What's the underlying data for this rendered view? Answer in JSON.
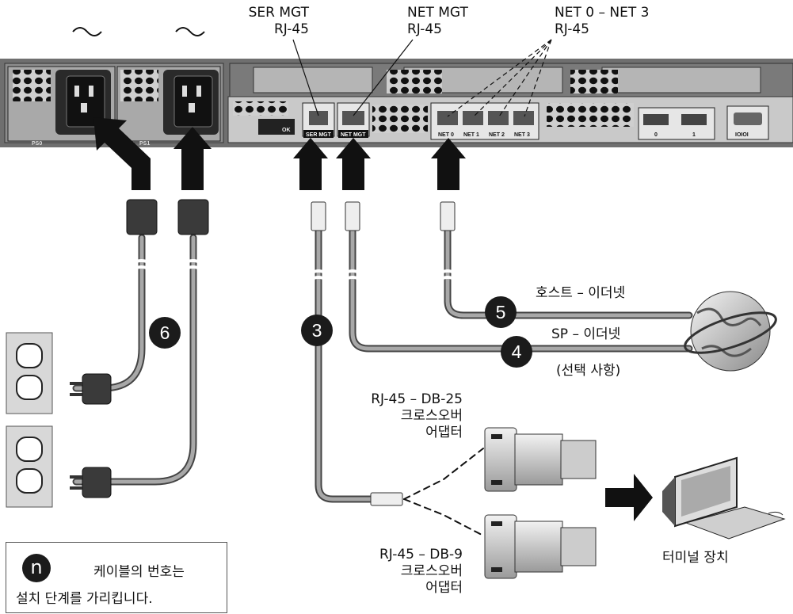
{
  "labels": {
    "ser_mgt": [
      "SER MGT",
      "RJ-45"
    ],
    "net_mgt": [
      "NET MGT",
      "RJ-45"
    ],
    "net_ports": [
      "NET 0 – NET 3",
      "RJ-45"
    ],
    "host_ethernet": "호스트 – 이더넷",
    "sp_ethernet": "SP – 이더넷",
    "optional": "(선택 사항)",
    "db25_adapter": [
      "RJ-45 – DB-25",
      "크로스오버",
      "어댑터"
    ],
    "db9_adapter": [
      "RJ-45 – DB-9",
      "크로스오버",
      "어댑터"
    ],
    "terminal": "터미널 장치"
  },
  "panel": {
    "ser_mgt_port": "SER MGT",
    "net_mgt_port": "NET MGT",
    "net_ports": [
      "NET 0",
      "NET 1",
      "NET 2",
      "NET 3"
    ],
    "usb_ports": [
      "0",
      "1"
    ],
    "serial_port": "IOIOI",
    "psu_labels": [
      "PS0",
      "PS1"
    ],
    "ok_led": "OK"
  },
  "badges": {
    "b6": "6",
    "b3": "3",
    "b5": "5",
    "b4": "4"
  },
  "legend": {
    "badge": "n",
    "line1": "케이블의 번호는",
    "line2": "설치 단계를 가리킵니다."
  },
  "colors": {
    "chassis": "#6f6f6f",
    "cable": "#8c8c8c",
    "badge": "#1b1b1b"
  }
}
